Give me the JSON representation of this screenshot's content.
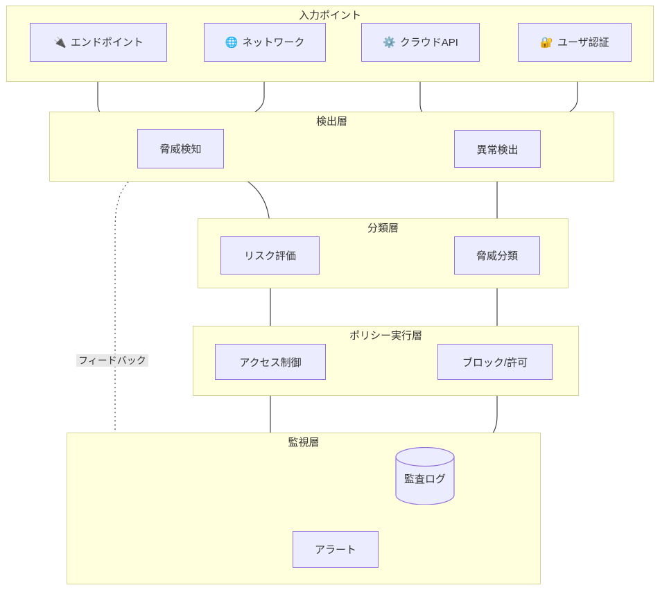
{
  "diagram": {
    "type": "flowchart",
    "direction": "top-down",
    "background": "#ffffff",
    "cluster_fill": "#ffffde",
    "cluster_stroke": "#d4d49a",
    "node_fill": "#ececff",
    "node_stroke": "#9370db",
    "text_color": "#333333",
    "edge_color": "#333333"
  },
  "clusters": [
    {
      "id": "input",
      "title": "入力ポイント"
    },
    {
      "id": "detection",
      "title": "検出層"
    },
    {
      "id": "classify",
      "title": "分類層"
    },
    {
      "id": "policy",
      "title": "ポリシー実行層"
    },
    {
      "id": "monitor",
      "title": "監視層"
    }
  ],
  "nodes": [
    {
      "id": "endpoint",
      "label": "エンドポイント",
      "icon": "plug-icon",
      "glyph": "🔌",
      "cluster": "input"
    },
    {
      "id": "network",
      "label": "ネットワーク",
      "icon": "globe-icon",
      "glyph": "🌐",
      "cluster": "input"
    },
    {
      "id": "cloudapi",
      "label": "クラウドAPI",
      "icon": "gear-icon",
      "glyph": "⚙️",
      "cluster": "input"
    },
    {
      "id": "userauth",
      "label": "ユーザ認証",
      "icon": "lock-icon",
      "glyph": "🔐",
      "cluster": "input"
    },
    {
      "id": "threatdet",
      "label": "脅威検知",
      "icon": null,
      "glyph": "",
      "cluster": "detection"
    },
    {
      "id": "anomalydet",
      "label": "異常検出",
      "icon": null,
      "glyph": "",
      "cluster": "detection"
    },
    {
      "id": "riskeval",
      "label": "リスク評価",
      "icon": null,
      "glyph": "",
      "cluster": "classify"
    },
    {
      "id": "threatcls",
      "label": "脅威分類",
      "icon": null,
      "glyph": "",
      "cluster": "classify"
    },
    {
      "id": "accessctl",
      "label": "アクセス制御",
      "icon": null,
      "glyph": "",
      "cluster": "policy"
    },
    {
      "id": "blockallow",
      "label": "ブロック/許可",
      "icon": null,
      "glyph": "",
      "cluster": "policy"
    },
    {
      "id": "auditlog",
      "label": "監査ログ",
      "icon": "database-icon",
      "glyph": "",
      "shape": "cylinder",
      "cluster": "monitor"
    },
    {
      "id": "alert",
      "label": "アラート",
      "icon": null,
      "glyph": "",
      "cluster": "monitor"
    }
  ],
  "edges": [
    {
      "from": "endpoint",
      "to": "threatdet",
      "label": "",
      "style": "solid"
    },
    {
      "from": "network",
      "to": "threatdet",
      "label": "",
      "style": "solid"
    },
    {
      "from": "cloudapi",
      "to": "anomalydet",
      "label": "",
      "style": "solid"
    },
    {
      "from": "userauth",
      "to": "anomalydet",
      "label": "",
      "style": "solid"
    },
    {
      "from": "threatdet",
      "to": "riskeval",
      "label": "",
      "style": "solid"
    },
    {
      "from": "anomalydet",
      "to": "threatcls",
      "label": "",
      "style": "solid"
    },
    {
      "from": "riskeval",
      "to": "accessctl",
      "label": "",
      "style": "solid"
    },
    {
      "from": "threatcls",
      "to": "blockallow",
      "label": "",
      "style": "solid"
    },
    {
      "from": "accessctl",
      "to": "auditlog",
      "label": "",
      "style": "solid"
    },
    {
      "from": "blockallow",
      "to": "auditlog",
      "label": "",
      "style": "solid"
    },
    {
      "from": "auditlog",
      "to": "alert",
      "label": "",
      "style": "solid"
    },
    {
      "from": "alert",
      "to": "threatdet",
      "label": "フィードバック",
      "style": "dotted"
    }
  ],
  "edge_labels": [
    {
      "id": "feedback",
      "text": "フィードバック"
    }
  ]
}
